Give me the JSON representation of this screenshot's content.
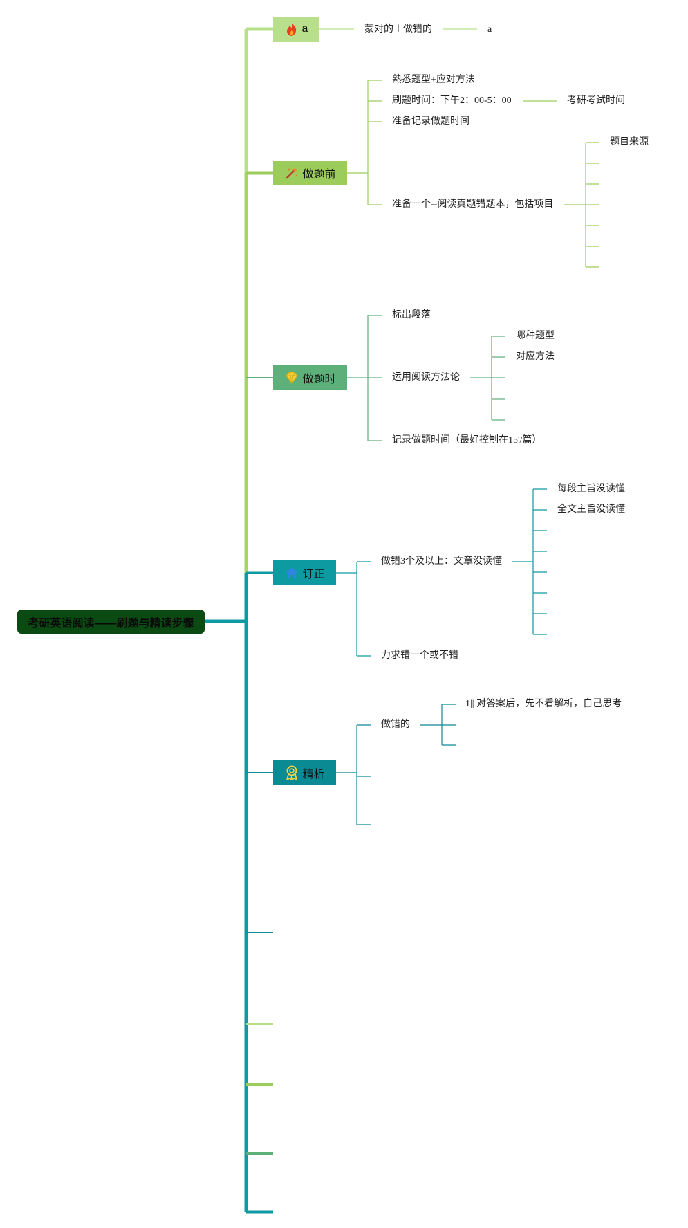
{
  "root": {
    "label": "考研英语阅读——刷题与精读步骤"
  },
  "branches": {
    "b0": {
      "label": "a",
      "icon": "flame-icon",
      "color": "#b8e08c"
    },
    "b1": {
      "label": "做题前",
      "icon": "magic-wand-icon",
      "color": "#9ccc5c"
    },
    "b2": {
      "label": "做题时",
      "icon": "diamond-icon",
      "color": "#5db07a"
    },
    "b3": {
      "label": "订正",
      "icon": "house-icon",
      "color": "#0d9aa0"
    },
    "b4": {
      "label": "精析",
      "icon": "award-icon",
      "color": "#0a8a93"
    }
  },
  "leaves": {
    "b0_1": "蒙对的＋做错的",
    "b0_1_1": "a",
    "b1_1": "熟悉题型+应对方法",
    "b1_2": "刷题时间：下午2：00-5：00",
    "b1_2_1": "考研考试时间",
    "b1_3": "准备记录做题时间",
    "b1_4": "准备一个--阅读真题错题本，包括项目",
    "b1_4_1": "题目来源",
    "b2_1": "标出段落",
    "b2_2": "运用阅读方法论",
    "b2_2_1": "哪种题型",
    "b2_2_2": "对应方法",
    "b2_3": "记录做题时间（最好控制在15'/篇）",
    "b3_1": "做错3个及以上：文章没读懂",
    "b3_1_1": "每段主旨没读懂",
    "b3_1_2": "全文主旨没读懂",
    "b3_2": "力求错一个或不错",
    "b4_1": "做错的",
    "b4_1_1": "1|| 对答案后，先不看解析，自己思考"
  },
  "colors": {
    "trunk": "#0d9aa0",
    "b0": "#b8e08c",
    "b1": "#9ccc5c",
    "b2": "#5db07a",
    "b3": "#0d9aa0",
    "b4": "#0a8a93"
  }
}
